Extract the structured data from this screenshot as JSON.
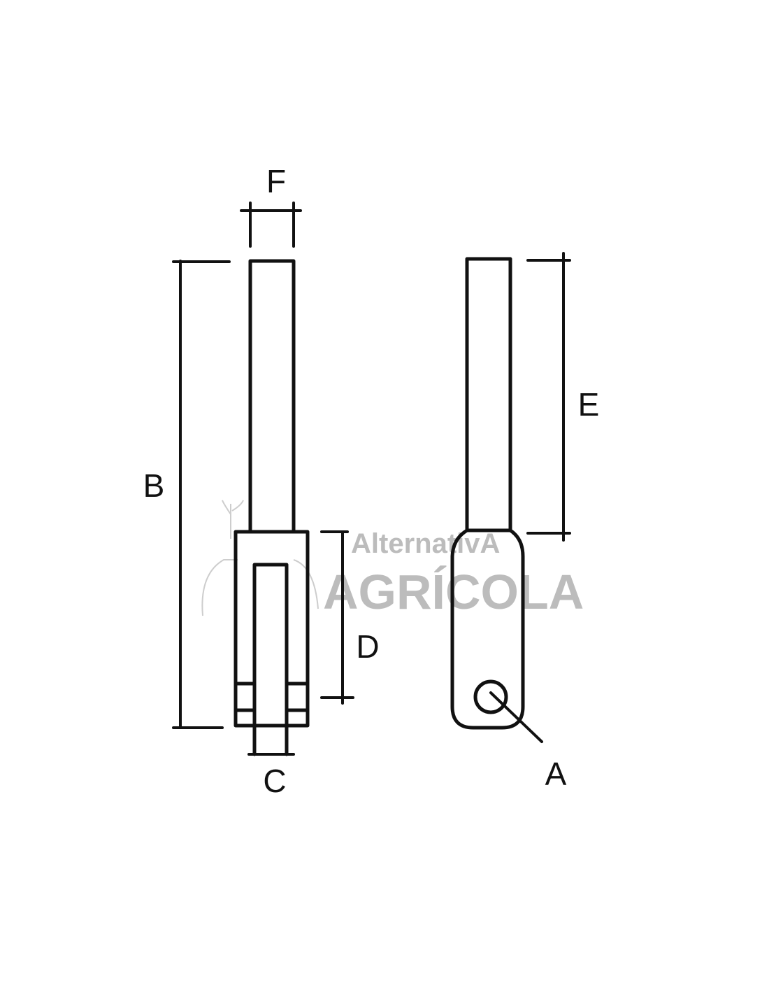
{
  "labels": {
    "A": "A",
    "B": "B",
    "C": "C",
    "D": "D",
    "E": "E",
    "F": "F"
  },
  "watermark": {
    "line1": "AlternativA",
    "line2": "AGRÍCOLA"
  },
  "colors": {
    "line": "#111111",
    "watermark": "#b5b5b5",
    "background": "#ffffff"
  }
}
